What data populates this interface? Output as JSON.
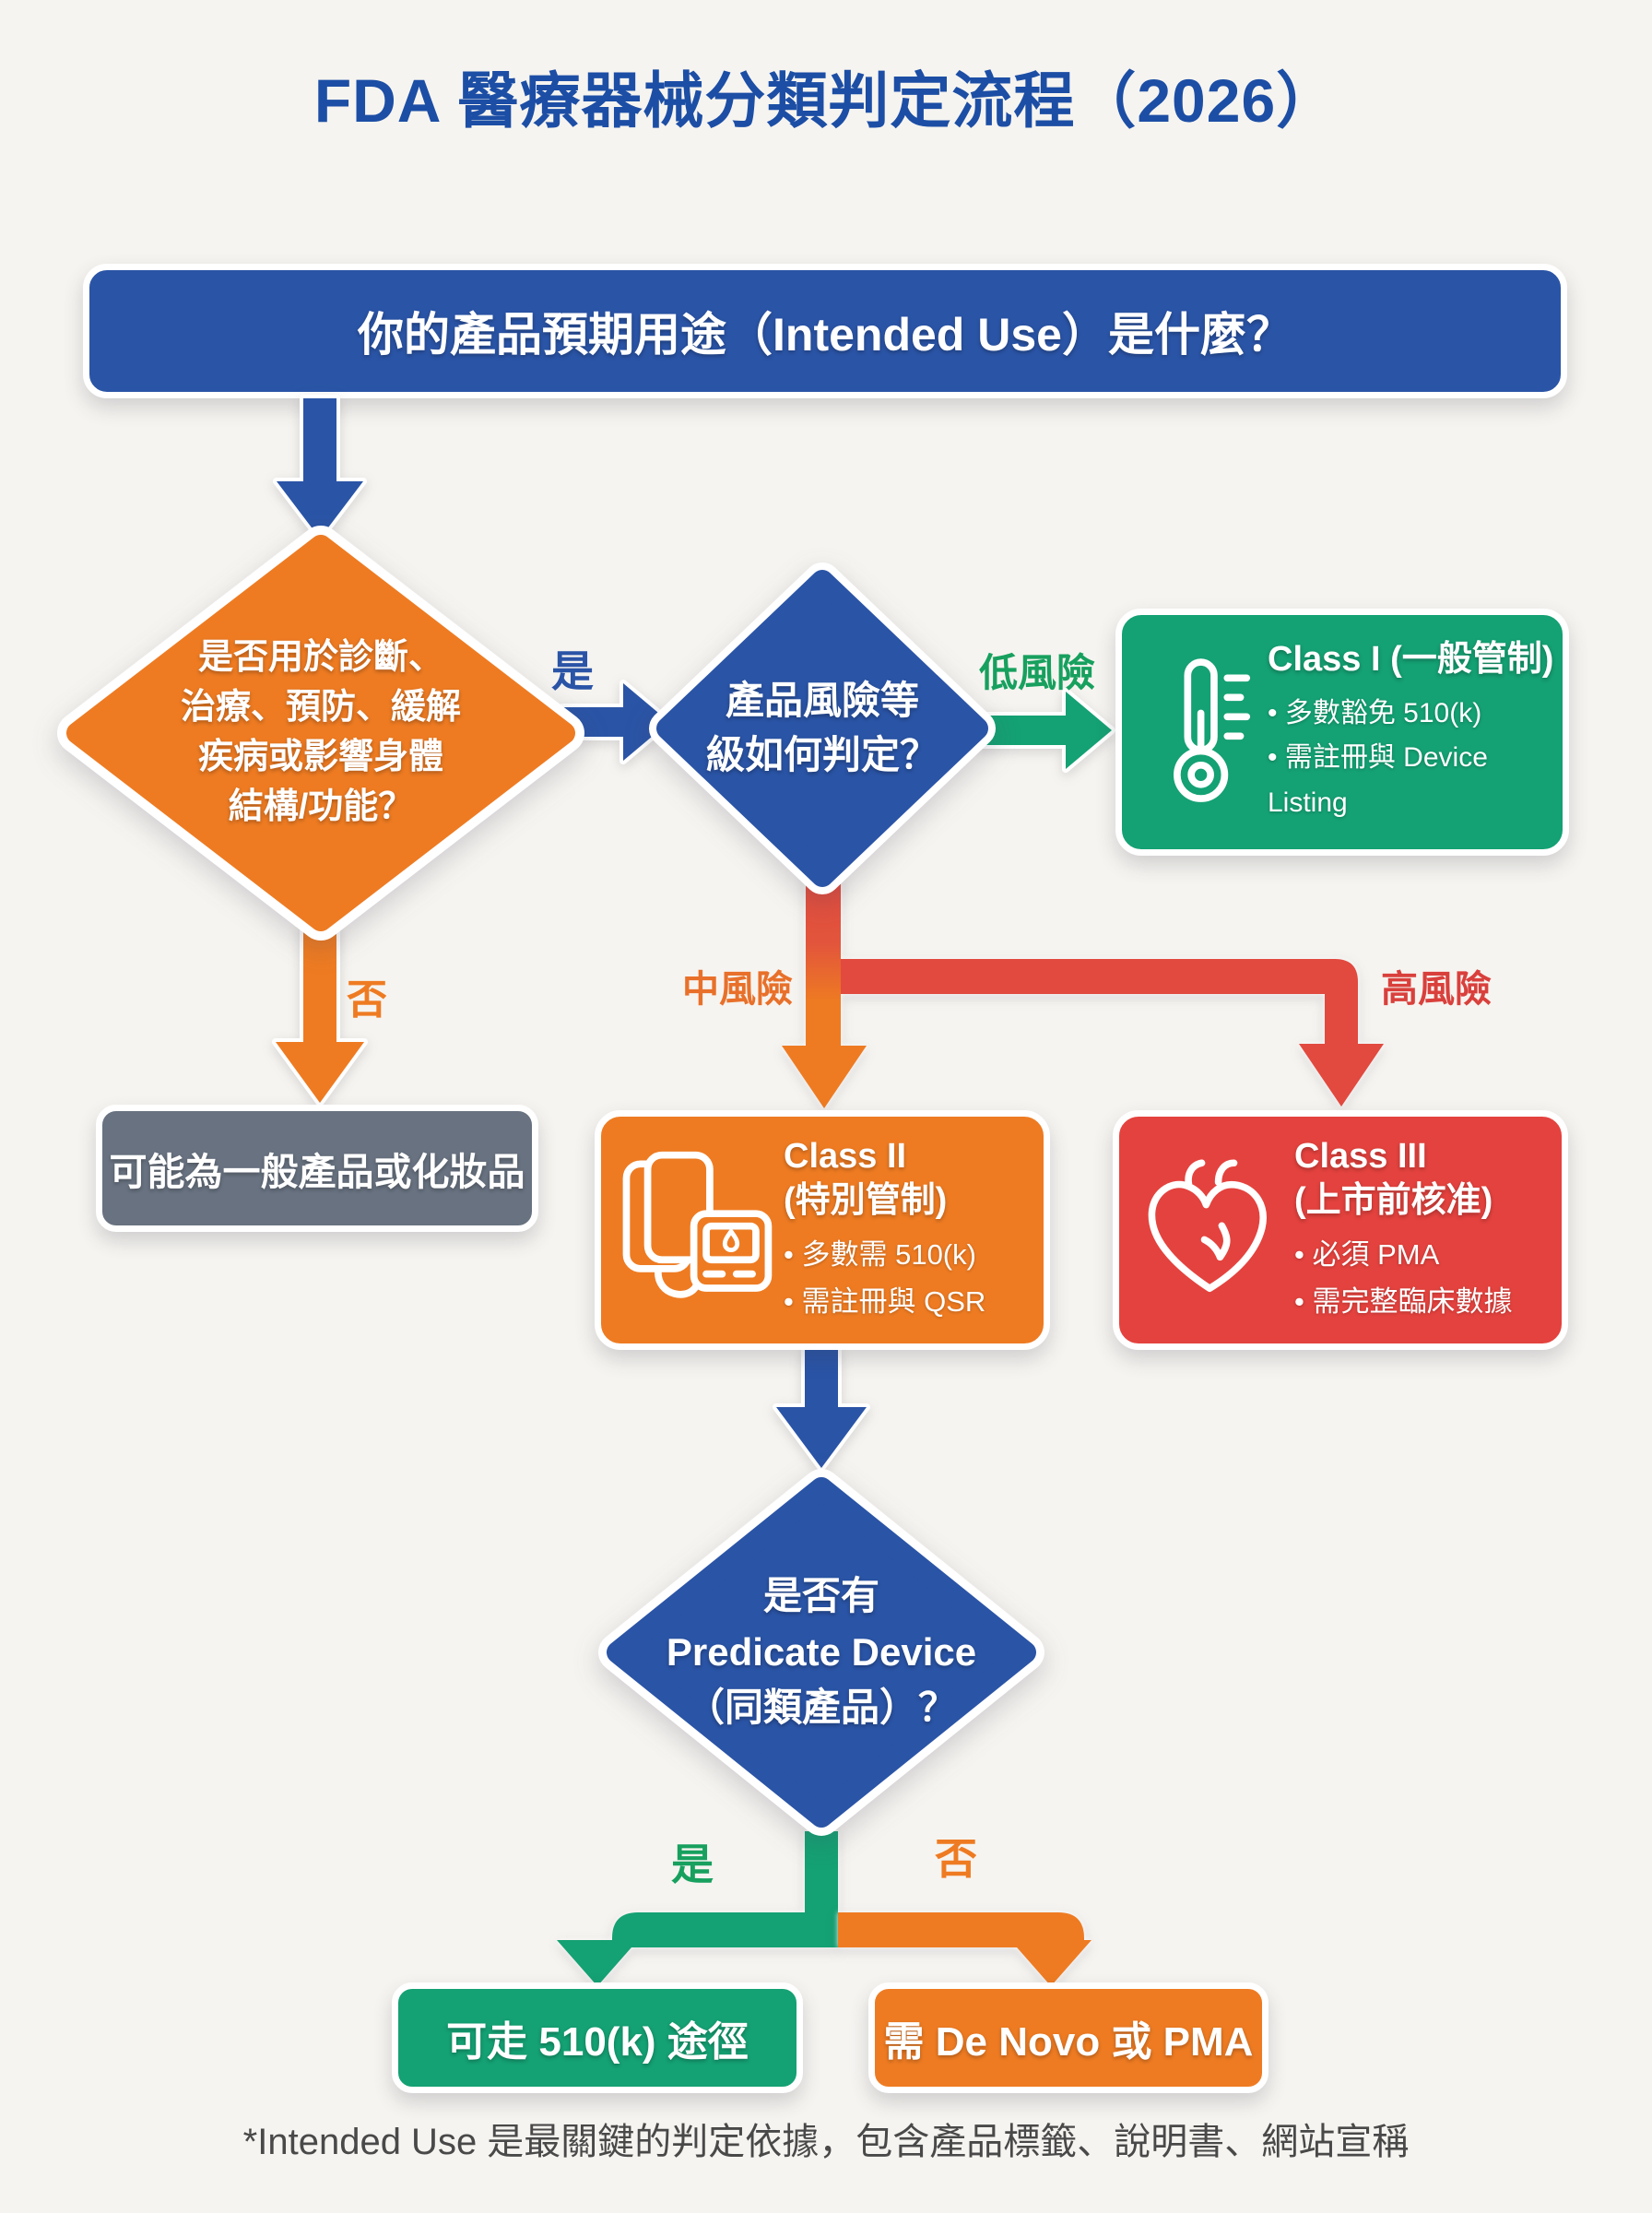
{
  "title": "FDA 醫療器械分類判定流程（2026）",
  "colors": {
    "blue": "#2a54a6",
    "title_blue": "#1c4ea5",
    "orange": "#ee7b22",
    "green": "#14a173",
    "red": "#e4423e",
    "gray": "#687280",
    "label_green": "#17a05e",
    "label_orange": "#e8702a",
    "label_red": "#d9403c"
  },
  "nodes": {
    "start": "你的產品預期用途（Intended Use）是什麼？",
    "q_device": "是否用於診斷、\n治療、預防、緩解\n疾病或影響身體\n結構/功能？",
    "q_risk": "產品風險等\n級如何判定？",
    "q_predicate": "是否有\nPredicate Device\n（同類產品）？",
    "not_device": "可能為一般產品或化妝品",
    "class1": {
      "title": "Class I (一般管制)",
      "bullets": [
        "多數豁免 510(k)",
        "需註冊與 Device Listing"
      ],
      "icon": "thermometer-icon"
    },
    "class2": {
      "title": "Class II\n(特別管制)",
      "bullets": [
        "多數需 510(k)",
        "需註冊與 QSR"
      ],
      "icon": "blood-pressure-monitor-icon"
    },
    "class3": {
      "title": "Class III\n(上市前核准)",
      "bullets": [
        "必須 PMA",
        "需完整臨床數據"
      ],
      "icon": "heart-icon"
    },
    "path_510k": "可走 510(k) 途徑",
    "path_denovo": "需 De Novo 或 PMA"
  },
  "labels": {
    "yes1": "是",
    "no1": "否",
    "low": "低風險",
    "mid": "中風險",
    "high": "高風險",
    "yes2": "是",
    "no2": "否"
  },
  "footnote": "*Intended Use 是最關鍵的判定依據，包含產品標籤、說明書、網站宣稱"
}
